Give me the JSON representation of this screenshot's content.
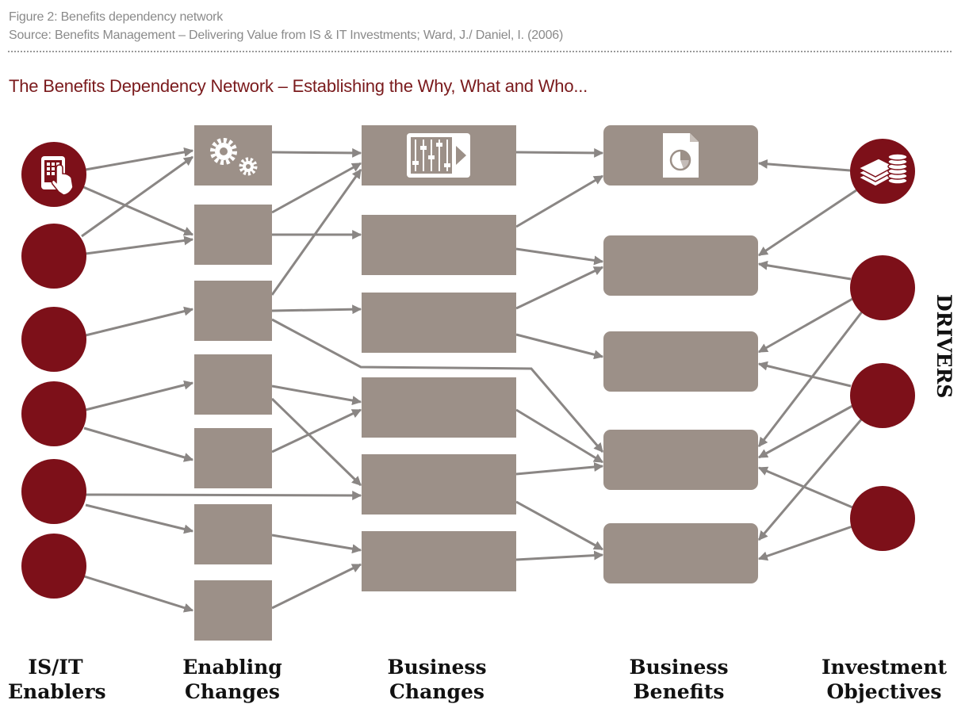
{
  "figure": {
    "caption": "Figure 2: Benefits dependency network",
    "source": "Source: Benefits Management – Delivering Value from IS & IT Investments; Ward, J./ Daniel, I. (2006)"
  },
  "title": "The Benefits Dependency Network – Establishing the Why, What and Who...",
  "columns": {
    "enablers": "IS/IT\nEnablers",
    "enabling_changes": "Enabling\nChanges",
    "business_changes": "Business\nChanges",
    "business_benefits": "Business\nBenefits",
    "investment_objectives": "Investment\nObjectives"
  },
  "drivers_label": "DRIVERS",
  "icons": {
    "enabler_first": "touch-tablet-icon",
    "enabling_first": "gears-icon",
    "business_change_first": "sliders-icon",
    "benefit_first": "report-chart-icon",
    "objective_first": "money-stack-icon"
  },
  "colors": {
    "circle": "#7d1019",
    "box": "#9c9088",
    "arrow": "#8a8684",
    "title": "#7a1a1c",
    "caption": "#8a8a8a"
  }
}
